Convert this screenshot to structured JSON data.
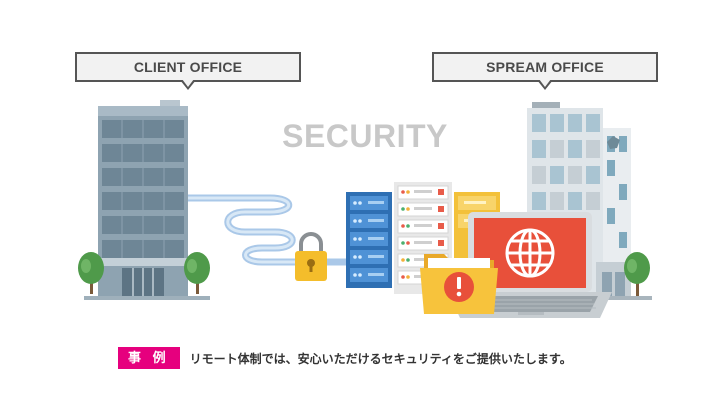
{
  "labels": {
    "client": "CLIENT OFFICE",
    "spream": "SPREAM OFFICE",
    "security": "SECURITY"
  },
  "caption": {
    "badge": "事 例",
    "text": "リモート体制では、安心いただけるセキュリティをご提供いたします。"
  },
  "icons": [
    "client-building-icon",
    "spream-building-icon",
    "tree-icon",
    "lock-icon",
    "server-rack-icon",
    "folder-warning-icon",
    "laptop-globe-icon",
    "cable-icon"
  ],
  "colors": {
    "badge": "#e6007e",
    "server_blue": "#3b7fc4",
    "folder_yellow": "#f7c33c",
    "laptop_screen": "#e8503a",
    "cable": "#aac8e8"
  }
}
